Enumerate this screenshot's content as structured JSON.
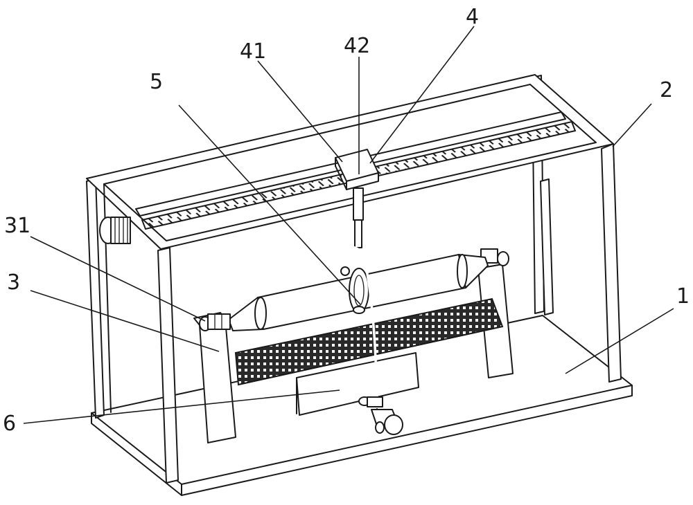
{
  "labels": {
    "frame": "2",
    "base": "1",
    "support": "3",
    "clamp": "31",
    "screw_assembly": "4",
    "slider": "41",
    "rod": "42",
    "nozzle": "5",
    "tank": "6"
  }
}
